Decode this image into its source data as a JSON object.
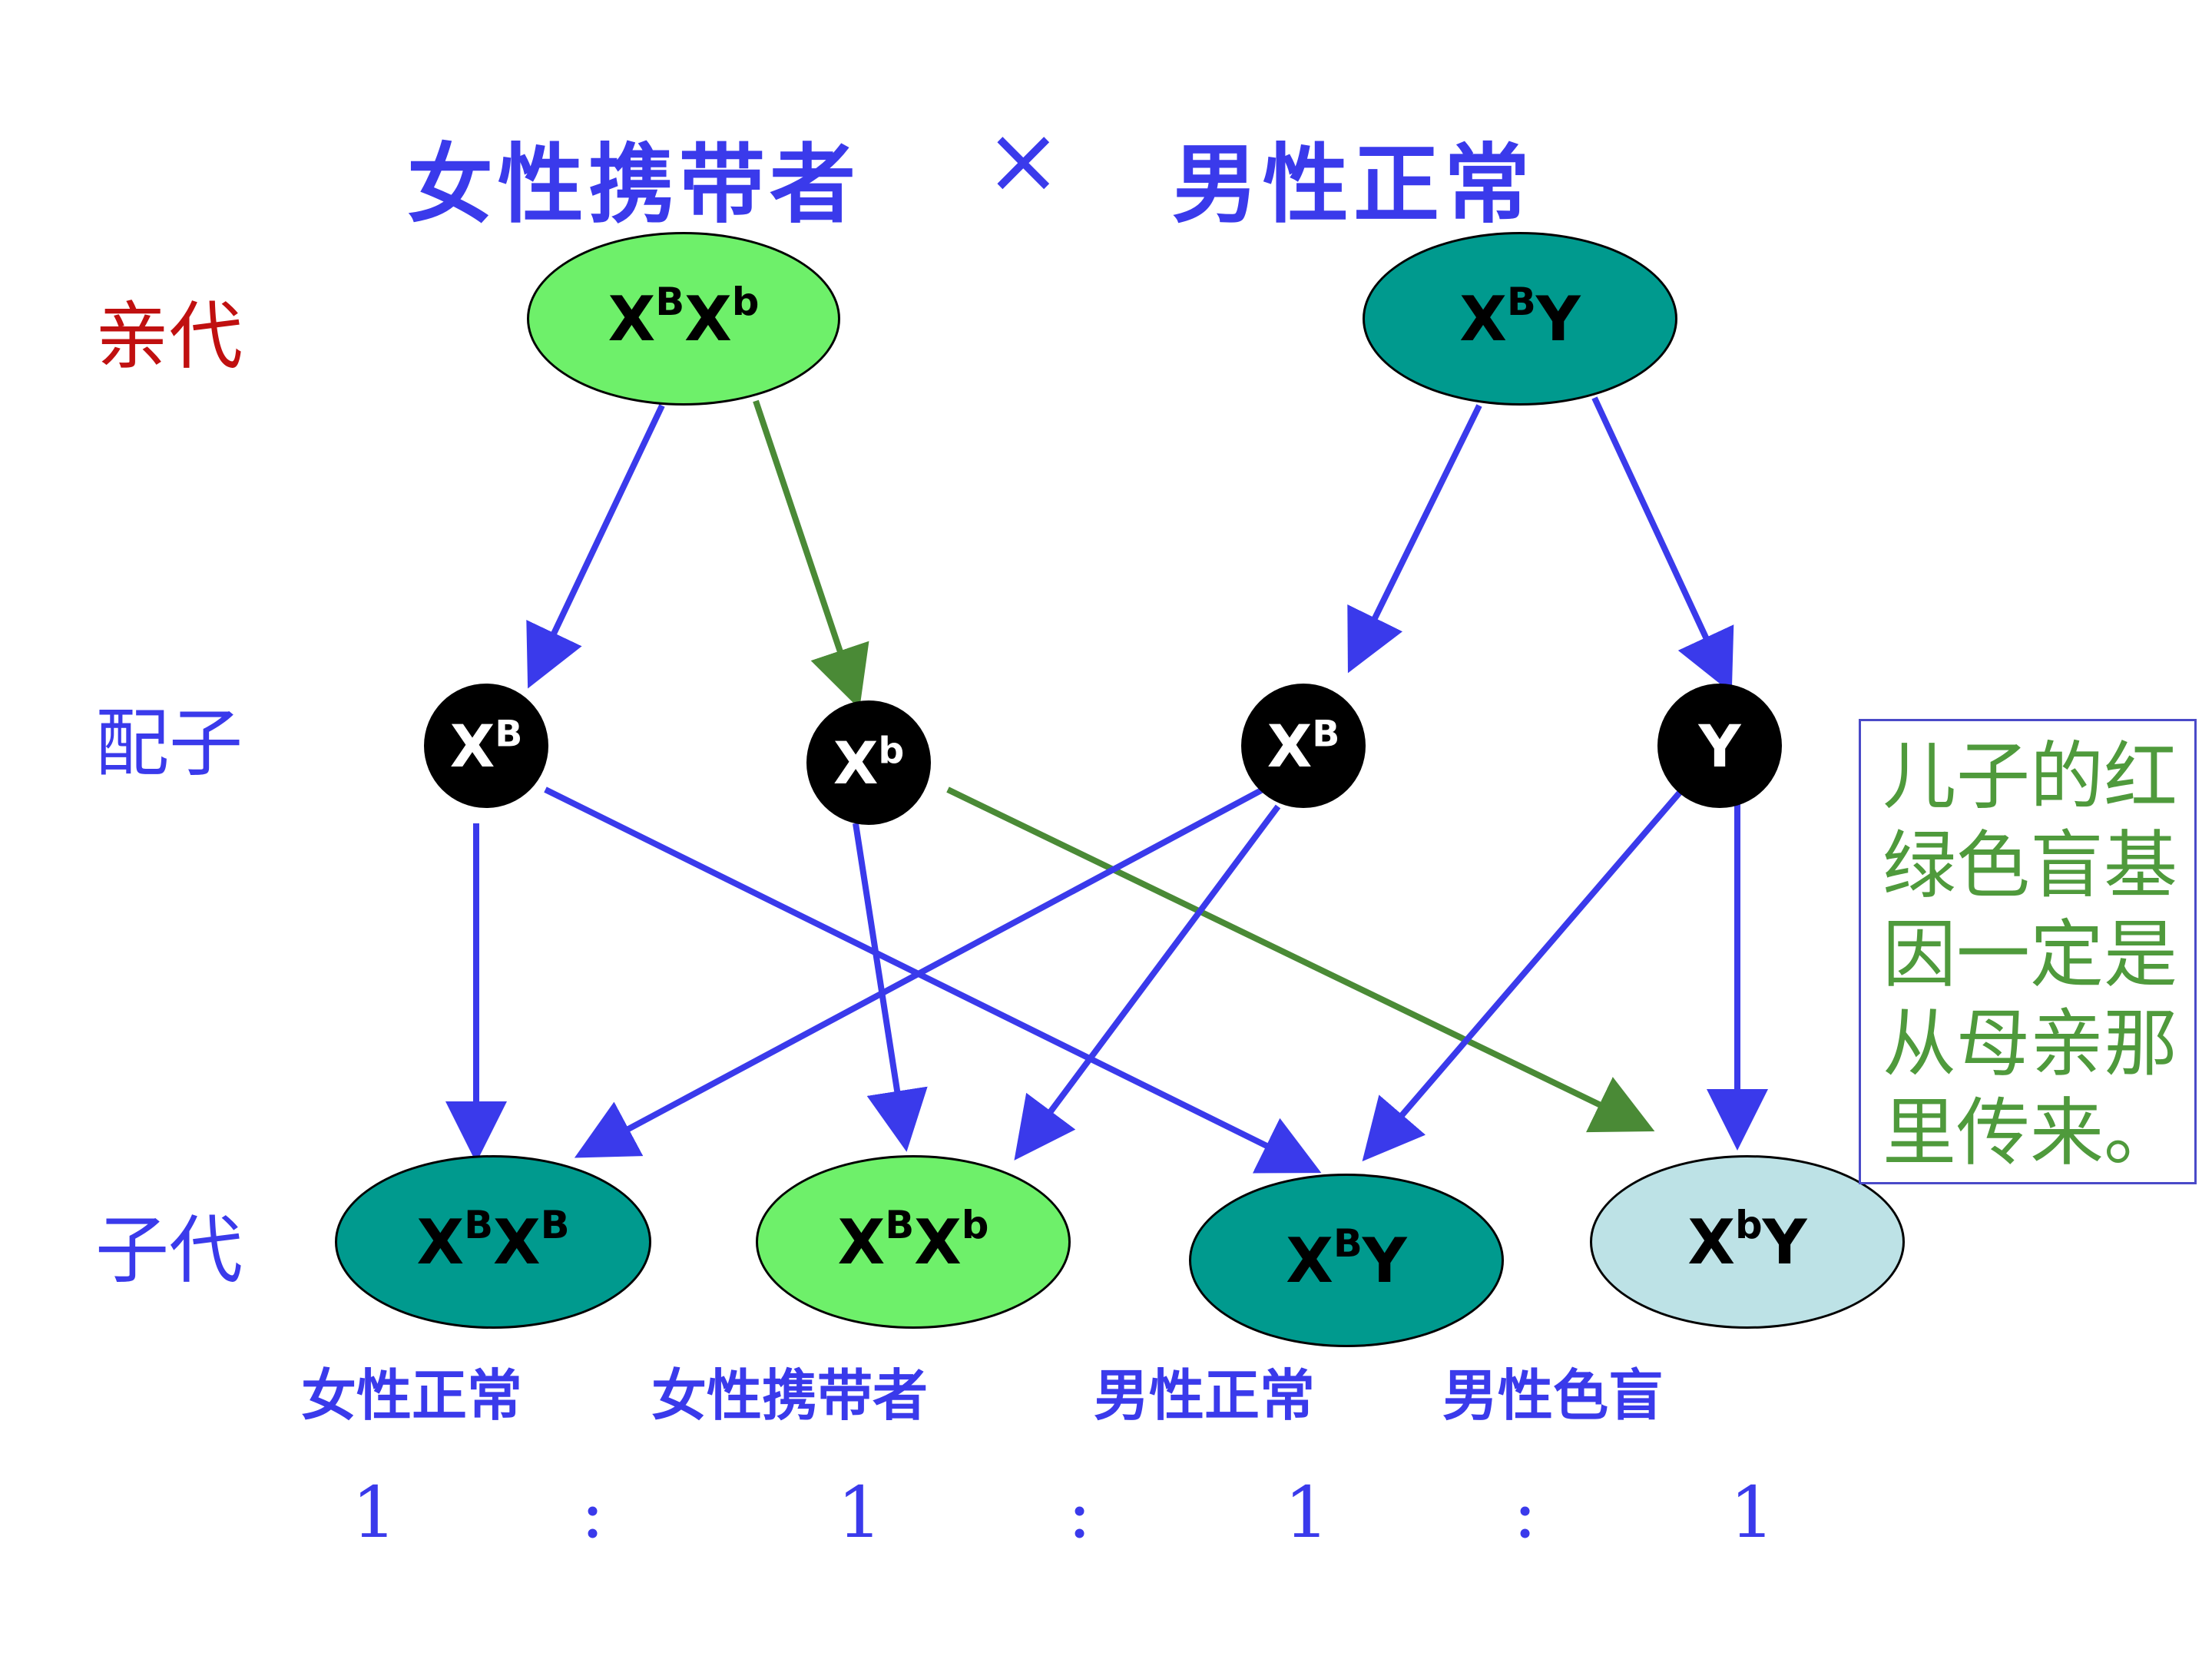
{
  "title": {
    "female_carrier": "女性携带者",
    "cross_symbol": "×",
    "male_normal": "男性正常"
  },
  "row_labels": {
    "parents": "亲代",
    "gametes": "配子",
    "offspring": "子代"
  },
  "parents": {
    "mother": {
      "x1": "X",
      "s1": "B",
      "x2": "X",
      "s2": "b"
    },
    "father": {
      "x1": "X",
      "s1": "B",
      "y": "Y"
    }
  },
  "gametes": [
    {
      "base": "X",
      "sup": "B"
    },
    {
      "base": "X",
      "sup": "b"
    },
    {
      "base": "X",
      "sup": "B"
    },
    {
      "base": "Y",
      "sup": ""
    }
  ],
  "offspring": [
    {
      "a": "X",
      "as": "B",
      "b": "X",
      "bs": "B"
    },
    {
      "a": "X",
      "as": "B",
      "b": "X",
      "bs": "b"
    },
    {
      "a": "X",
      "as": "B",
      "b": "Y",
      "bs": ""
    },
    {
      "a": "X",
      "as": "b",
      "b": "Y",
      "bs": ""
    }
  ],
  "phenotypes": [
    "女性正常",
    "女性携带者",
    "男性正常",
    "男性色盲"
  ],
  "ratio": [
    "1",
    ":",
    "1",
    ":",
    "1",
    ":",
    "1"
  ],
  "note": [
    "儿子的红",
    "绿色盲基",
    "因一定是",
    "从母亲那",
    "里传来。"
  ],
  "colors": {
    "blue": "#3a3aeb",
    "green_arrow": "#4a8a36",
    "light_green": "#6ef06a",
    "teal": "#009a8e",
    "light_blue": "#bde2e6",
    "red_label": "#c01010",
    "note_green": "#4f9a3c"
  }
}
